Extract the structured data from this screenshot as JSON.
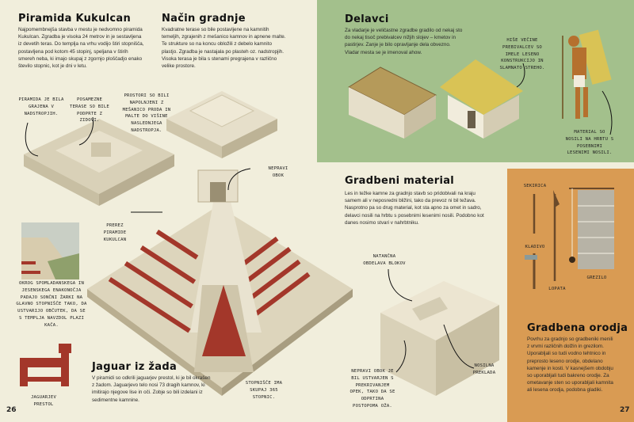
{
  "left_page": {
    "kukulcan": {
      "title": "Piramida Kukulcan",
      "text": "Najpomembnejša stavba v mestu je nedvomno piramida Kukulcan. Zgradba je visoka 24 metrov in je sestavljena iz devetih teras. Do templja na vrhu vodijo štiri stopnišča, postavljena pod kotom 45 stopinj, speljana v štirih smereh neba, ki imajo skupaj z zgornjo ploščadjo enako število stopnic, kot je dni v letu."
    },
    "gradnja": {
      "title": "Način gradnje",
      "text": "Kvadratne terase so bile postavljene na kamnitih temeljih, zgrajenih z mešanico kamnov in apnene malte. Te strukture so na koncu obložili z debelo kamnito plastjo. Zgradba je nastajala po plasteh oz. nadstropjih. Visoka terasa je bila s stenami pregrajena v različno velike prostore."
    },
    "jaguar": {
      "title": "Jaguar iz žada",
      "text": "V piramidi so odkrili jaguarjev prestol, ki je bil okrašen z žadom. Jaguarjevo telo nosi 73 dragih kamnov, ki imitirajo njegove lise in oči. Zobje so bili izdelani iz sedimentne kamnine."
    },
    "labels": {
      "nadstropja": "Piramida je bila grajena v nadstropjih.",
      "terase": "Posamezne terase so bile podprte z zidovi.",
      "prostori": "Prostori so bili napolnjeni z mešanico proda in malte do višine naslednjega nadstropja.",
      "obok": "Nepravi obok",
      "prerez": "Prerez piramide Kukulcan",
      "enakonocje": "Okrog spomladanskega in jesenskega enakonočja padajo sončni žarki na glavno stopnišče tako, da ustvarijo občutek, da se s templja navzdol plazi kača.",
      "prestol": "Jaguarjev prestol",
      "stopnisce": "Stopnišče ima skupaj 365 stopnic."
    },
    "page_number": "26"
  },
  "right_page": {
    "delavci": {
      "title": "Delavci",
      "text": "Za vladarje je veličastne zgradbe gradilo od nekaj sto do nekaj tisoč prebivalcev nižjih slojev – kmetov in pastirjev. Zanje je bilo opravljanje dela obvezno. Vladar mesta se je imenoval ahow.",
      "labels": {
        "hise": "Hiše večine prebivalcev so imele leseno konstrukcijo in slamnato streho.",
        "nosila": "Material so nosili na hrbtu s posebnimi lesenimi nosili."
      }
    },
    "material": {
      "title": "Gradbeni material",
      "text": "Les in težke kamne za gradnjo stavb so pridobivali na kraju samem ali v neposredni bližini, tako da prevoz ni bil težava. Nasprotno pa so drug material, kot sta apno za omet in sadro, delavci nosili na hrbtu s posebnimi lesenimi nosili. Podobno kot danes nosimo stvari v nahrbtniku.",
      "labels": {
        "bloki": "Natančna obdelava blokov",
        "obok": "Nepravi obok je bil ustvarjen s prekrivanjem opek, tako da se odprtina postopoma oža.",
        "preklada": "Nosilna preklada"
      }
    },
    "orodja": {
      "title": "Gradbena orodja",
      "text": "Povrhu za gradnjo so gradbeniki menili z vrvmi različnih dolžin in grezilom. Uporabljali so tudi vodno tehtnico in preprosto leseno orodje, obdelano kamenje in kosti. V kasnejšem obdobju so uporabljali tudi bakreno orodje. Za ometavanje sten so uporabljali kamnita ali lesena orodja, podobna gladiki.",
      "tools": {
        "sekirica": "Sekirica",
        "kladivo": "Kladivo",
        "lopata": "Lopata",
        "grezilo": "Grezilo"
      }
    },
    "page_number": "27"
  },
  "colors": {
    "cream": "#f1eedc",
    "green": "#a3c08c",
    "orange": "#d99b53",
    "red": "#a3372a",
    "stone": "#e3dcc6"
  }
}
